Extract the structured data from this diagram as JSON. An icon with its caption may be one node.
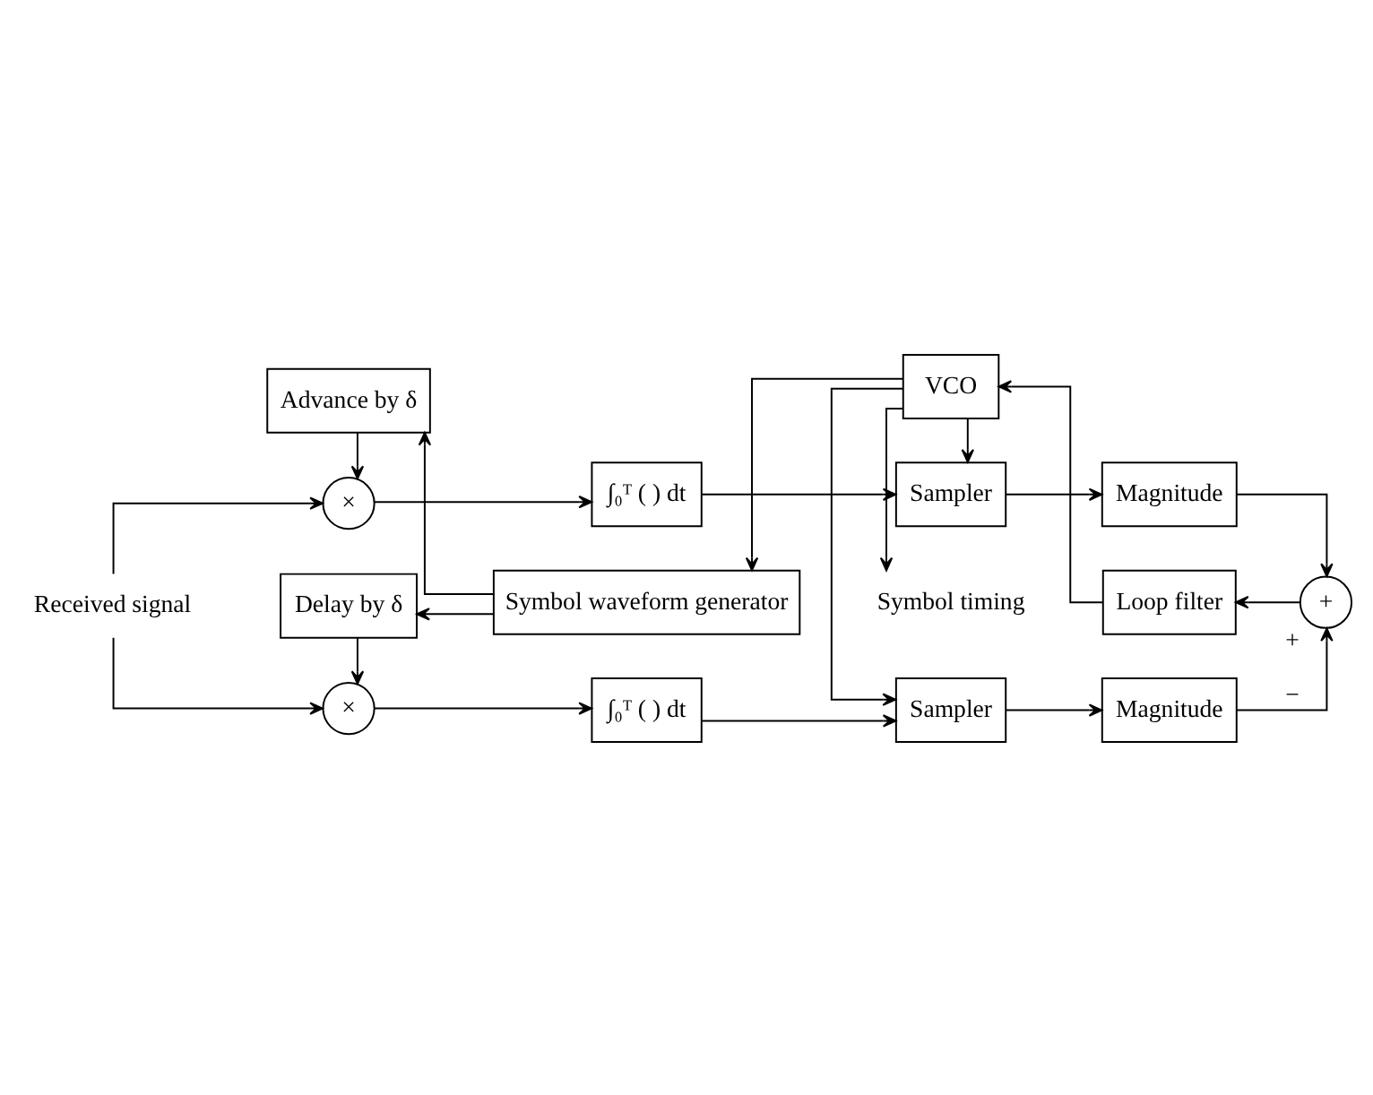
{
  "diagram": {
    "nodes": [
      {
        "text": [
          "Received signal"
        ]
      },
      {
        "text": [
          "×"
        ]
      },
      {
        "text": [
          "∫₀ᵀ ( ) dt"
        ]
      },
      {
        "text": [
          "Sampler"
        ]
      },
      {
        "text": [
          "Magnitude"
        ]
      },
      {
        "text": [
          "Advance by δ"
        ]
      },
      {
        "text": [
          "Symbol waveform generator"
        ]
      },
      {
        "text": [
          "VCO"
        ]
      },
      {
        "text": [
          "Loop filter"
        ]
      },
      {
        "text": [
          "+"
        ],
        "beside": [
          "+",
          "−"
        ]
      },
      {
        "text": [
          "Symbol timing"
        ]
      },
      {
        "text": [
          "Delay by δ"
        ]
      },
      {
        "text": [
          "×"
        ]
      },
      {
        "text": [
          "∫₀ᵀ ( ) dt"
        ]
      },
      {
        "text": [
          "Sampler"
        ]
      },
      {
        "text": [
          "Magnitude"
        ]
      }
    ],
    "edges": [
      {
        "from": 0,
        "to": 1,
        "arrow": "to"
      },
      {
        "from": 0,
        "to": 12,
        "arrow": "to"
      },
      {
        "from": 1,
        "to": 2,
        "arrow": "to"
      },
      {
        "from": 2,
        "to": 3,
        "arrow": "to"
      },
      {
        "from": 3,
        "to": 4,
        "arrow": "to"
      },
      {
        "from": 4,
        "to": 9,
        "arrow": "to"
      },
      {
        "from": 5,
        "to": 1,
        "arrow": "to"
      },
      {
        "from": 6,
        "to": 5,
        "arrow": "to"
      },
      {
        "from": 6,
        "to": 11,
        "arrow": "to"
      },
      {
        "from": 7,
        "to": 6,
        "arrow": "to"
      },
      {
        "from": 8,
        "to": 7,
        "arrow": "to"
      },
      {
        "from": 9,
        "to": 8,
        "arrow": "to"
      },
      {
        "from": 7,
        "to": 3,
        "arrow": "to"
      },
      {
        "from": 7,
        "to": 10,
        "arrow": "to"
      },
      {
        "from": 7,
        "to": 14,
        "arrow": "to"
      },
      {
        "from": 11,
        "to": 12,
        "arrow": "to"
      },
      {
        "from": 12,
        "to": 13,
        "arrow": "to"
      },
      {
        "from": 13,
        "to": 14,
        "arrow": "to"
      },
      {
        "from": 14,
        "to": 15,
        "arrow": "to"
      },
      {
        "from": 15,
        "to": 9,
        "arrow": "to"
      }
    ]
  }
}
